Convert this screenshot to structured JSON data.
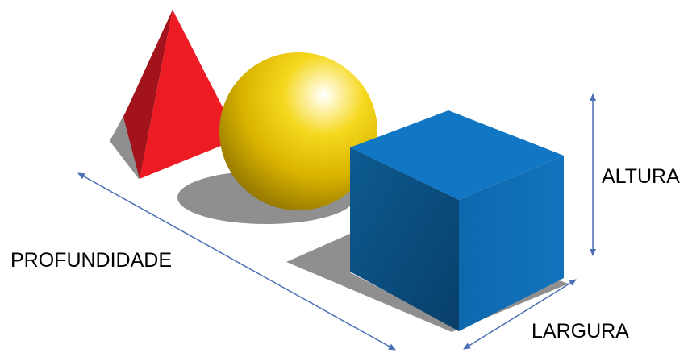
{
  "labels": {
    "height": "ALTURA",
    "depth": "PROFUNDIDADE",
    "width": "LARGURA"
  },
  "shapes": {
    "pyramid": {
      "name": "pyramid",
      "color": "#ED1C24"
    },
    "sphere": {
      "name": "sphere",
      "color": "#E6C200"
    },
    "cube": {
      "name": "cube",
      "color": "#0B5E9C"
    }
  },
  "colors": {
    "arrow": "#4A6FB5",
    "shadow": "#8F8F8F",
    "background": "#FFFFFF"
  }
}
